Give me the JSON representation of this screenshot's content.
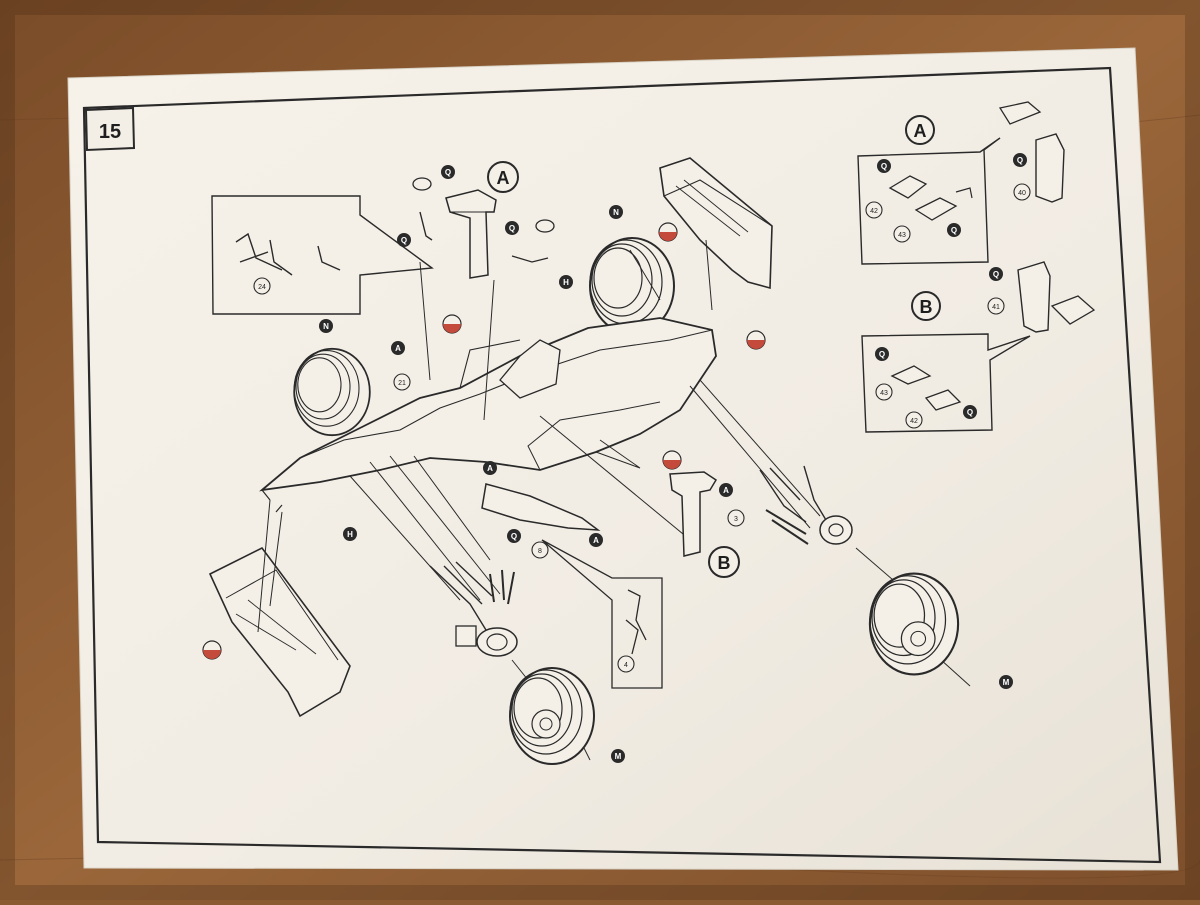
{
  "step_number": "15",
  "callouts": {
    "A": "A",
    "B": "B"
  },
  "part_letters": {
    "Q": "Q",
    "N": "N",
    "H": "H",
    "A": "A",
    "M": "M"
  },
  "part_numbers": [
    "24",
    "21",
    "8",
    "3",
    "4",
    "40",
    "41",
    "42",
    "43"
  ],
  "colors": {
    "table_wood": "#8a5a32",
    "paper": "#f3eee6",
    "ink": "#2a2a2a"
  }
}
